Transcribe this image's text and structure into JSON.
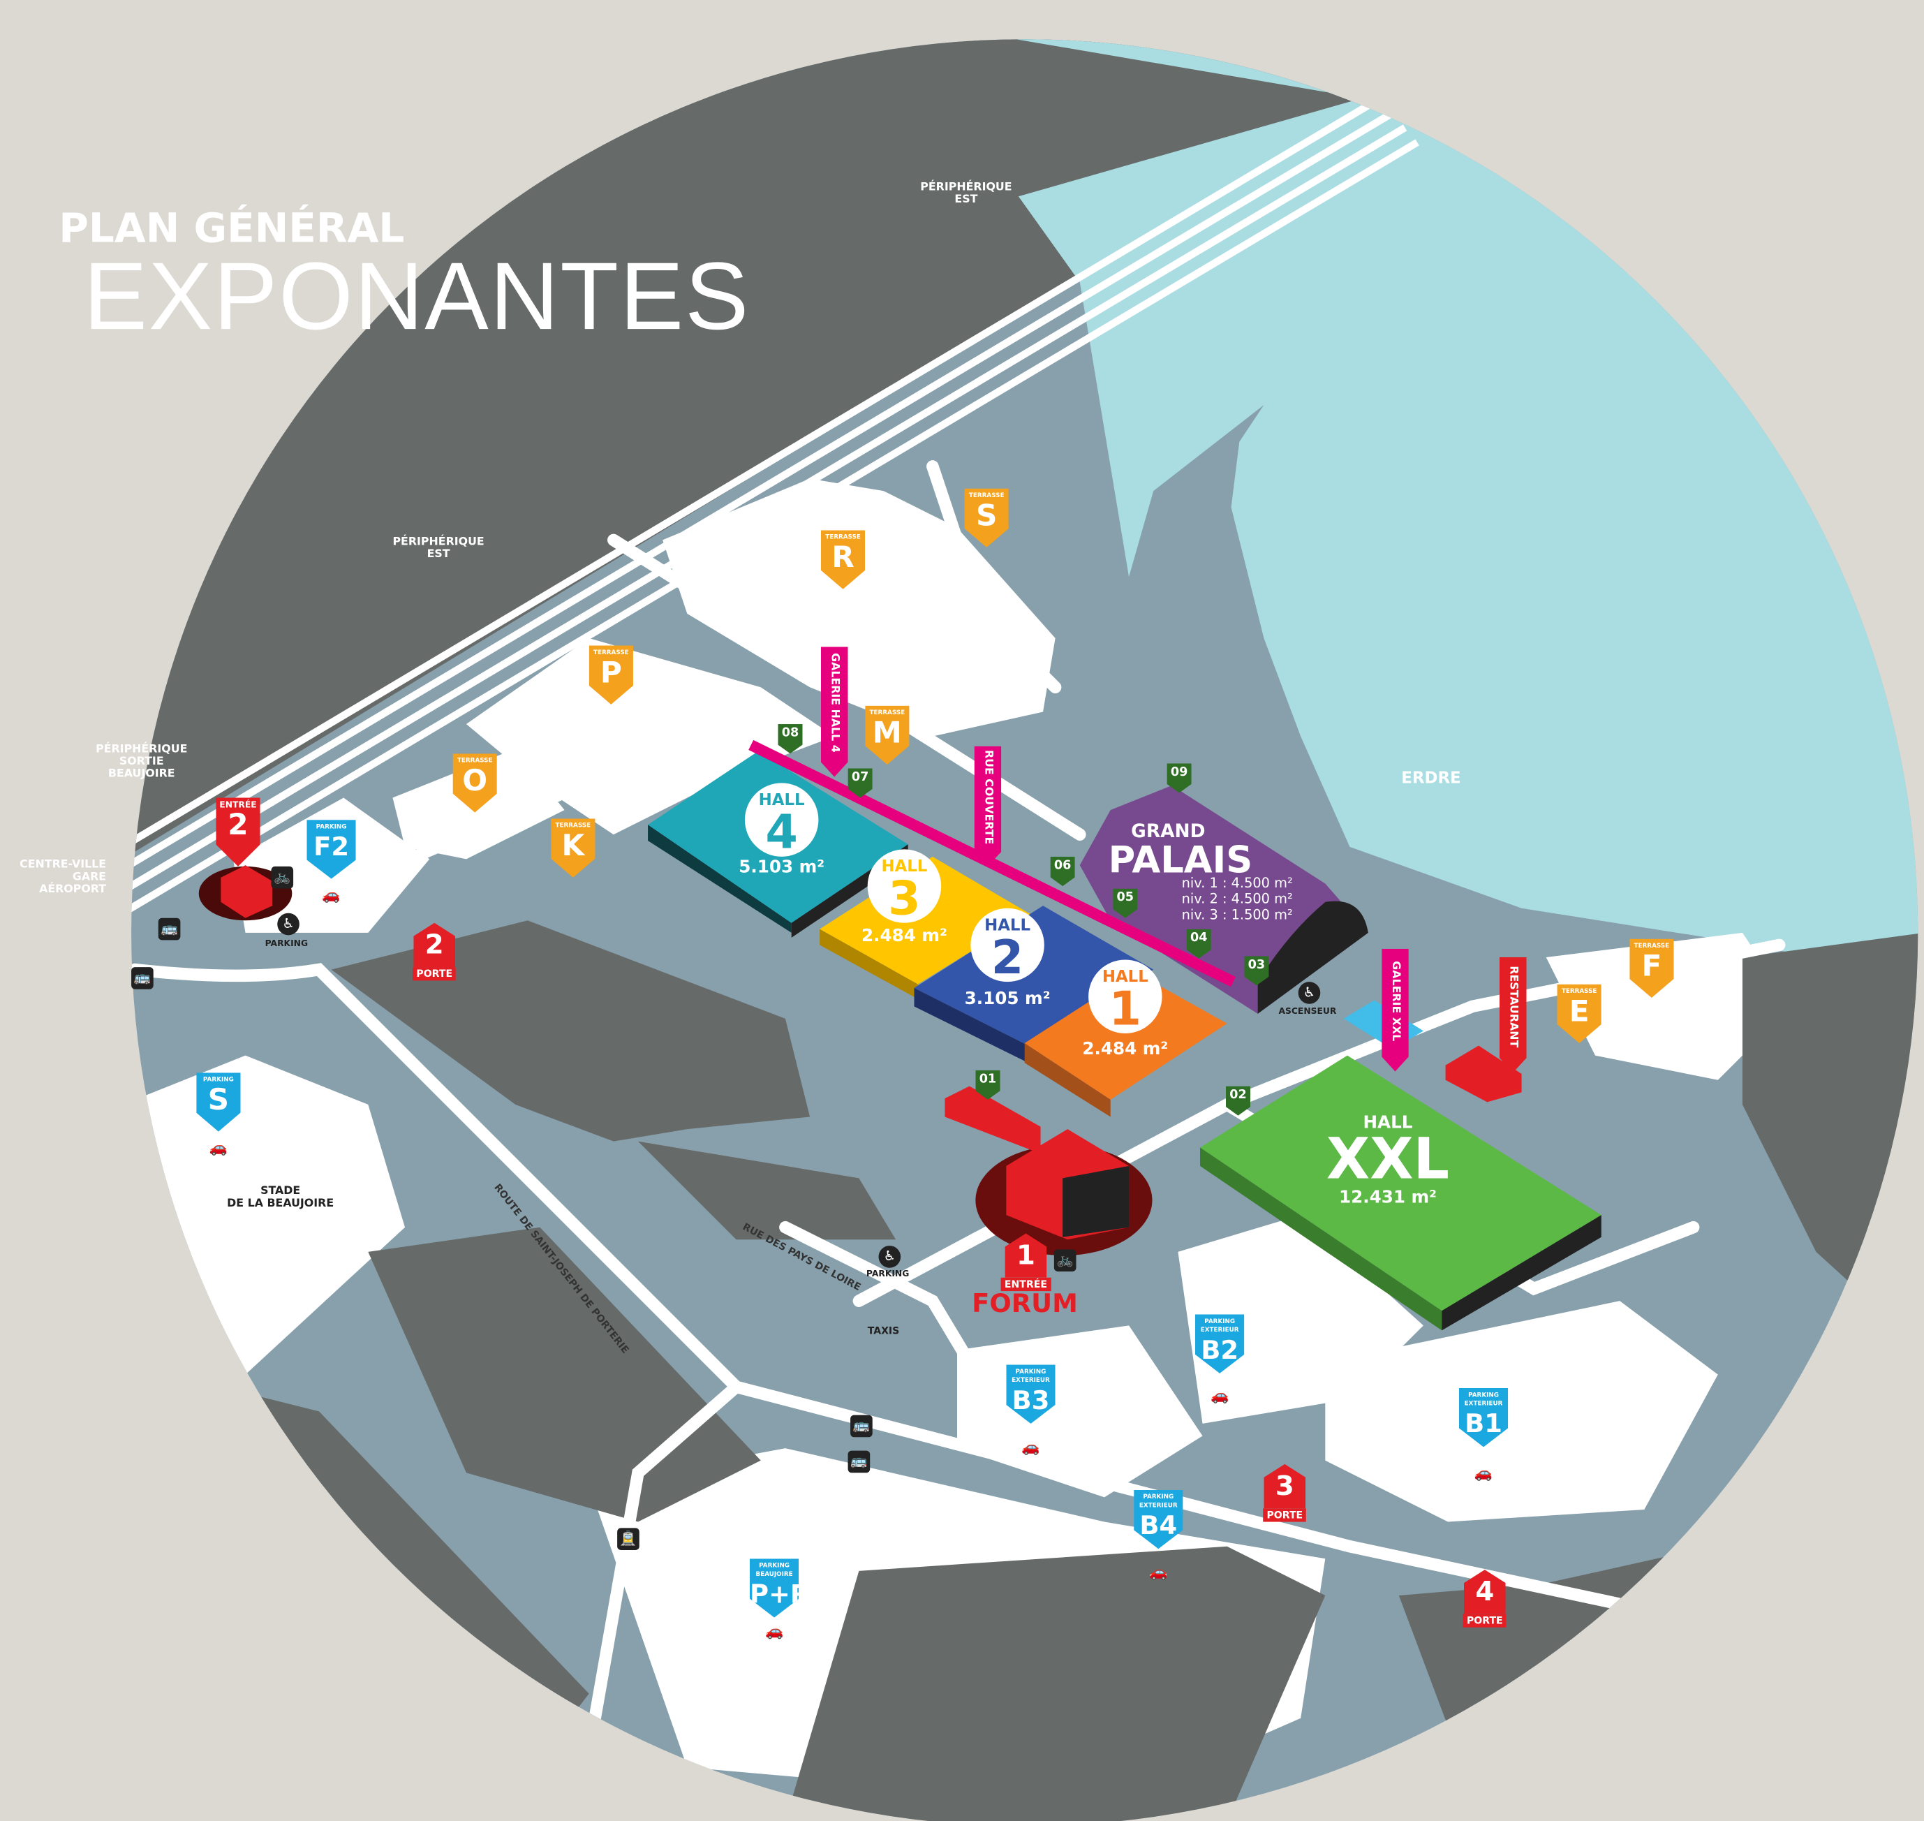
{
  "title": {
    "line1": "PLAN GÉNÉRAL",
    "line2": "EXPONANTES"
  },
  "colors": {
    "background": "#dcd9d3",
    "water": "#a9dde2",
    "ground": "#87a0ac",
    "urban": "#666a69",
    "terrace": "#f4a11d",
    "parking": "#1ba8e0",
    "entrance": "#e31e24",
    "gallery": "#e6007e",
    "gate": "#2e6e25"
  },
  "places": {
    "erdre": "ERDRE",
    "periph_est_top": "PÉRIPHÉRIQUE\nEST",
    "periph_est_left": "PÉRIPHÉRIQUE\nEST",
    "periph_sortie": "PÉRIPHÉRIQUE\nSORTIE\nBEAUJOIRE",
    "centre_ville": "CENTRE-VILLE\nGARE\nAÉROPORT",
    "stade": "STADE\nDE LA BEAUJOIRE",
    "route_saint_joseph": "ROUTE DE SAINT-JOSEPH DE PORTERIE",
    "rue_pays_loire": "RUE DES PAYS DE LOIRE",
    "taxis": "TAXIS",
    "parking_pmr_1": "PARKING",
    "parking_pmr_2": "PARKING",
    "ascenseur": "ASCENSEUR"
  },
  "halls": {
    "hall4": {
      "label": "HALL",
      "number": "4",
      "area": "5.103 m²"
    },
    "hall3": {
      "label": "HALL",
      "number": "3",
      "area": "2.484 m²"
    },
    "hall2": {
      "label": "HALL",
      "number": "2",
      "area": "3.105 m²"
    },
    "hall1": {
      "label": "HALL",
      "number": "1",
      "area": "2.484 m²"
    },
    "grand_palais": {
      "line1": "GRAND",
      "line2": "PALAIS",
      "levels": [
        "niv. 1 : 4.500 m²",
        "niv. 2 : 4.500 m²",
        "niv. 3 : 1.500 m²"
      ]
    },
    "xxl": {
      "label": "HALL",
      "name": "XXL",
      "area": "12.431 m²"
    }
  },
  "terraces": [
    {
      "label": "TERRASSE",
      "letter": "S"
    },
    {
      "label": "TERRASSE",
      "letter": "R"
    },
    {
      "label": "TERRASSE",
      "letter": "P"
    },
    {
      "label": "TERRASSE",
      "letter": "M"
    },
    {
      "label": "TERRASSE",
      "letter": "O"
    },
    {
      "label": "TERRASSE",
      "letter": "K"
    },
    {
      "label": "TERRASSE",
      "letter": "F"
    },
    {
      "label": "TERRASSE",
      "letter": "E"
    }
  ],
  "parkings": [
    {
      "label": "PARKING",
      "name": "F2"
    },
    {
      "label": "PARKING",
      "name": "S"
    },
    {
      "label": "PARKING EXTERIEUR",
      "name": "B2"
    },
    {
      "label": "PARKING EXTERIEUR",
      "name": "B3"
    },
    {
      "label": "PARKING EXTERIEUR",
      "name": "B1"
    },
    {
      "label": "PARKING EXTERIEUR",
      "name": "B4"
    },
    {
      "label": "PARKING BEAUJOIRE",
      "name": "P+R"
    }
  ],
  "entrances": {
    "entree2": {
      "label": "ENTRÉE",
      "number": "2"
    },
    "entree1": {
      "number": "1",
      "label": "ENTRÉE",
      "name": "FORUM"
    },
    "porte2": {
      "number": "2",
      "label": "PORTE"
    },
    "porte3": {
      "number": "3",
      "label": "PORTE"
    },
    "porte4": {
      "number": "4",
      "label": "PORTE"
    }
  },
  "gates": [
    "01",
    "02",
    "03",
    "04",
    "05",
    "06",
    "07",
    "08",
    "09"
  ],
  "banners": {
    "galerie_hall4": "GALERIE HALL 4",
    "rue_couverte": "RUE COUVERTE",
    "galerie_xxl": "GALERIE XXL",
    "restaurant": "RESTAURANT"
  }
}
